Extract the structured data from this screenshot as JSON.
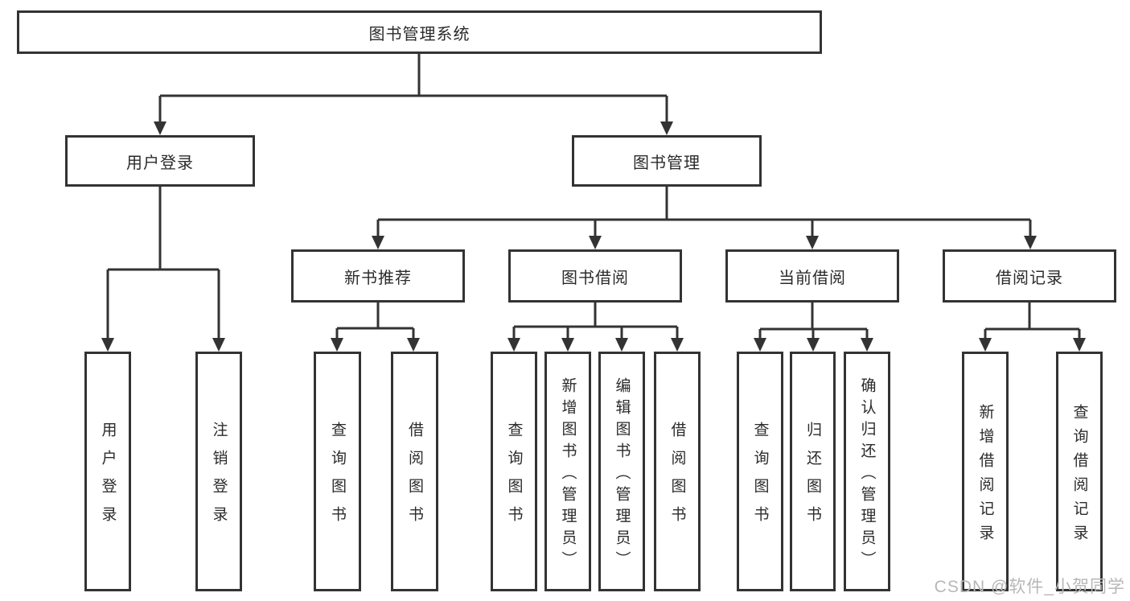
{
  "diagram": {
    "title": "图书管理系统",
    "level2": [
      "用户登录",
      "图书管理"
    ],
    "level3": [
      "新书推荐",
      "图书借阅",
      "当前借阅",
      "借阅记录"
    ],
    "level4": {
      "user_login": [
        "用户登录",
        "注销登录"
      ],
      "new_book_recommend": [
        "查询图书",
        "借阅图书"
      ],
      "book_borrow": [
        "查询图书",
        "新增图书（管理员）",
        "编辑图书（管理员）",
        "借阅图书"
      ],
      "current_borrow": [
        "查询图书",
        "归还图书",
        "确认归还（管理员）"
      ],
      "borrow_records": [
        "新增借阅记录",
        "查询借阅记录"
      ]
    },
    "watermark": "CSDN @软件_小贺同学",
    "colors": {
      "line": "#333333",
      "text": "#2b2b2b",
      "background": "#ffffff",
      "watermark": "#b7b7b7"
    }
  }
}
